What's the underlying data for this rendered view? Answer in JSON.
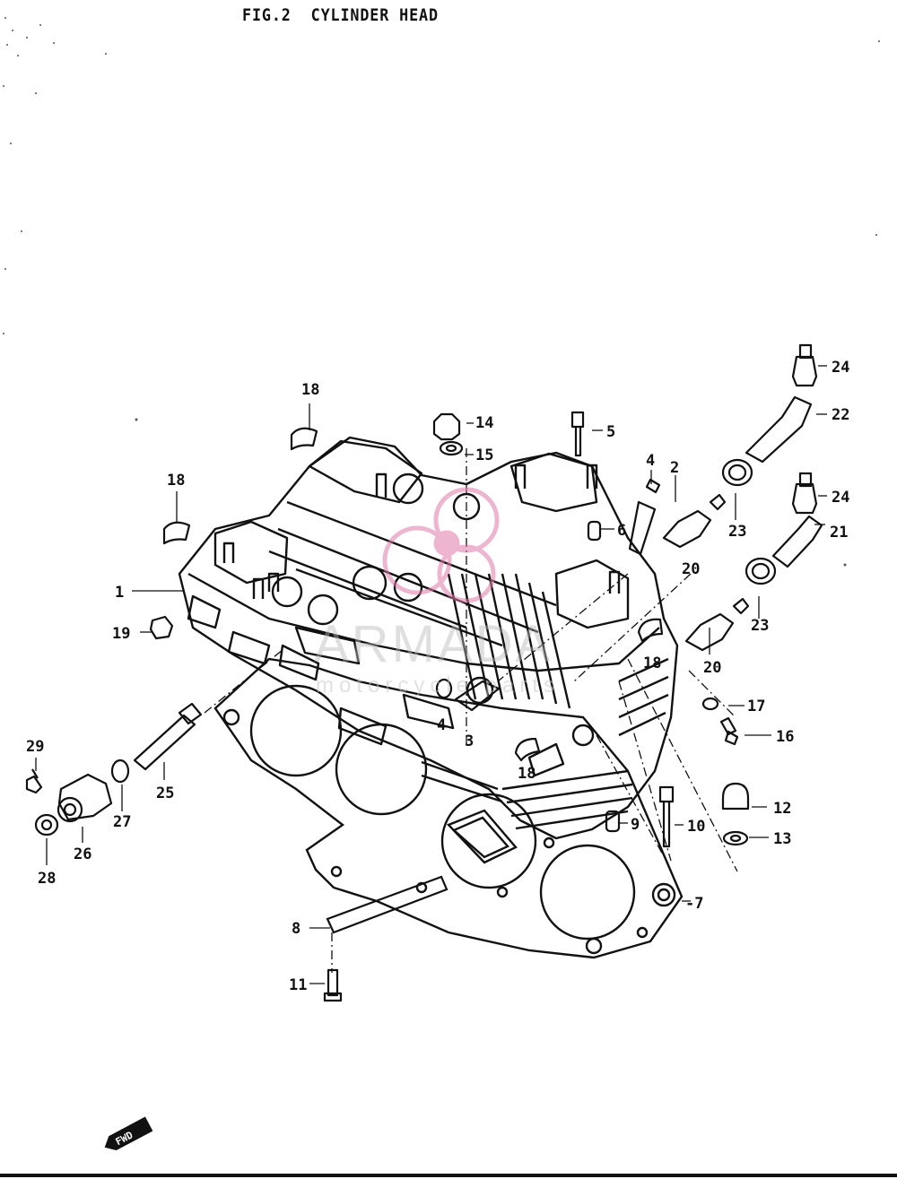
{
  "figure": {
    "title": "FIG.2  CYLINDER HEAD"
  },
  "callouts": {
    "c1": "1",
    "c2": "2",
    "c3": "3",
    "c4a": "4",
    "c4b": "4",
    "c5": "5",
    "c6": "6",
    "c7": "-7",
    "c8": "8",
    "c9": "9",
    "c10": "10",
    "c11": "11",
    "c12": "12",
    "c13": "13",
    "c14": "14",
    "c15": "15",
    "c16": "16",
    "c17": "17",
    "c18a": "18",
    "c18b": "18",
    "c18c": "18",
    "c18d": "18",
    "c19": "19",
    "c20a": "20",
    "c20b": "20",
    "c21": "21",
    "c22": "22",
    "c23a": "23",
    "c23b": "23",
    "c24a": "24",
    "c24b": "24",
    "c25": "25",
    "c26": "26",
    "c27": "27",
    "c28": "28",
    "c29": "29"
  },
  "watermark": {
    "brand": "ARMADA",
    "tagline": "motorcycle parts"
  },
  "badge": {
    "fwd": "FWD"
  },
  "colors": {
    "ink": "#111111",
    "watermark_pink": "#e07aa8",
    "watermark_gray": "#b9b9b9"
  }
}
